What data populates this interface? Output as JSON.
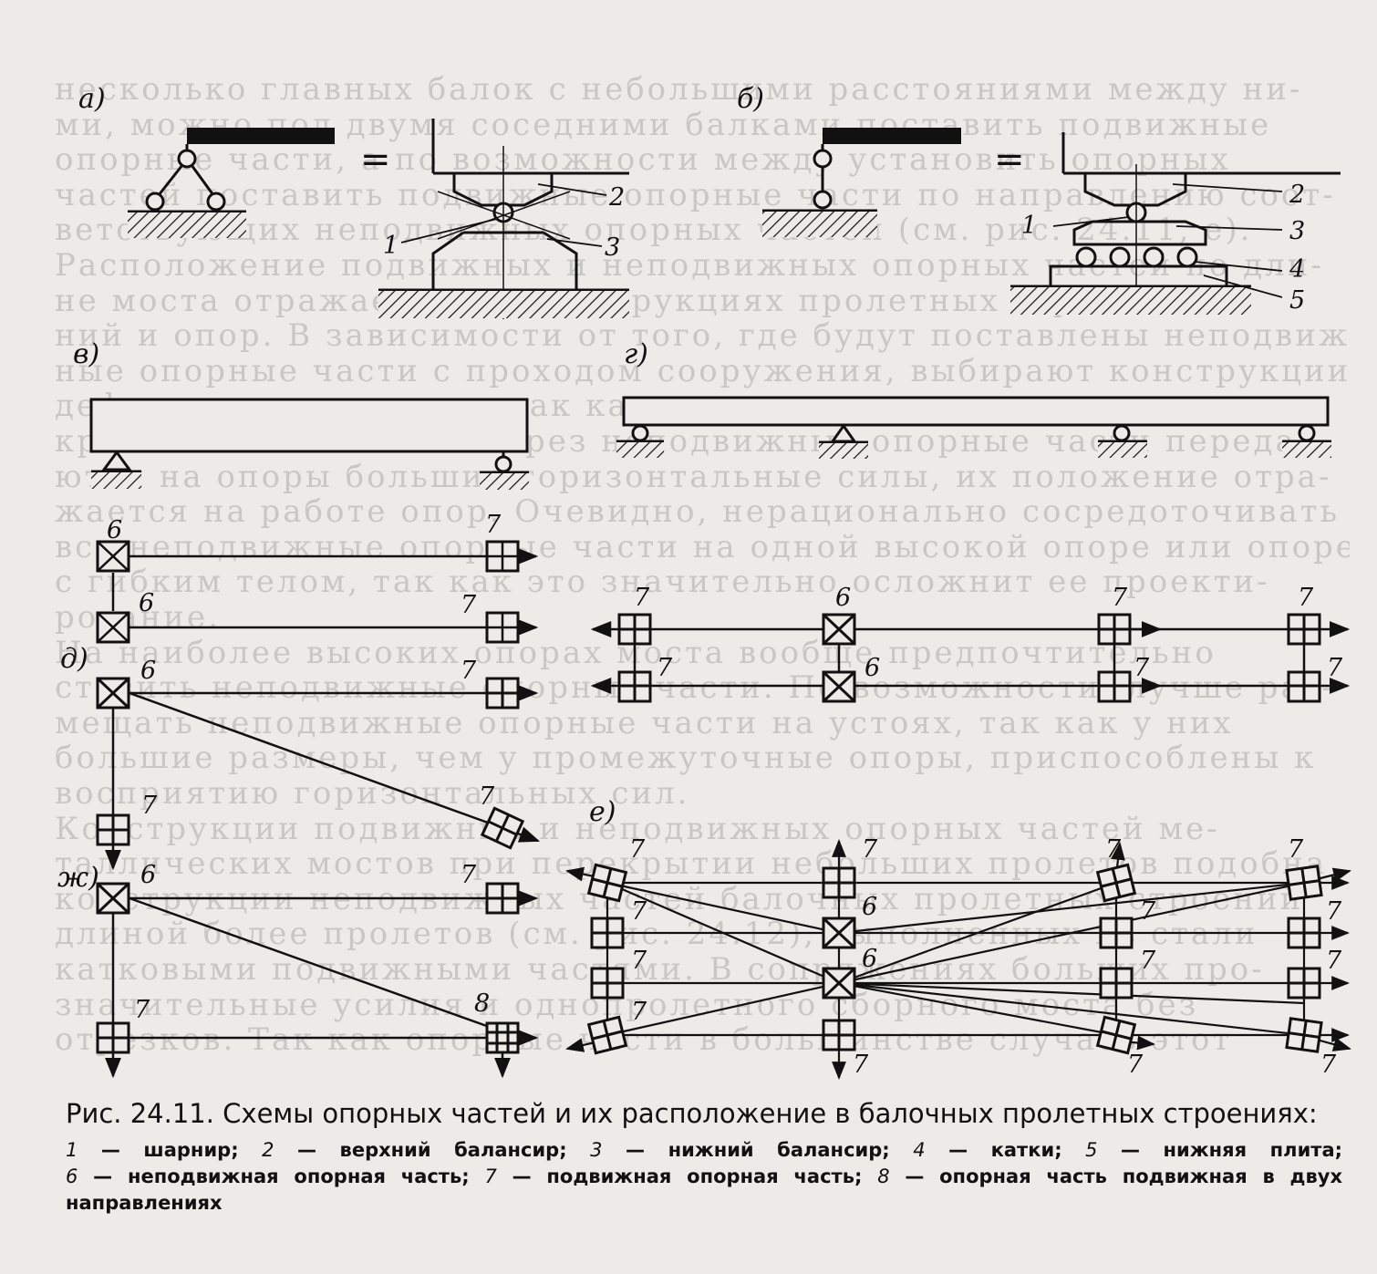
{
  "panels": {
    "a": "а)",
    "b": "б)",
    "v": "в)",
    "g": "г)",
    "d": "д)",
    "zh": "ж)",
    "e": "е)"
  },
  "equals_sign": "=",
  "component_labels": {
    "hinge": "1",
    "upper_balancer": "2",
    "lower_balancer": "3",
    "rollers": "4",
    "lower_plate": "5",
    "fixed_bearing": "6",
    "movable_bearing": "7",
    "two_direction_bearing": "8"
  },
  "caption": {
    "title": "Рис. 24.11. Схемы опорных частей и их расположение в балочных пролетных строениях:",
    "legend": [
      {
        "num": "1",
        "text": "— шарнир;"
      },
      {
        "num": "2",
        "text": "— верхний балансир;"
      },
      {
        "num": "3",
        "text": "— нижний балансир;"
      },
      {
        "num": "4",
        "text": "— катки;"
      },
      {
        "num": "5",
        "text": "— нижняя плита;"
      },
      {
        "num": "6",
        "text": "— неподвижная опорная часть;"
      },
      {
        "num": "7",
        "text": "— подвижная опорная часть;"
      },
      {
        "num": "8",
        "text": "— опорная часть подвижная в двух направлениях"
      }
    ]
  },
  "bleed_through_text": [
    "несколько главных балок с небольшими расстояниями между ни-",
    "ми, можно под двумя соседними балками поставить подвижные",
    "опорные части, а по возможности между установить опорных",
    "частей поставить подвижные опорные части по направлению соот-",
    "ветствующих неподвижных опорных частей (см. рис. 24.11, е).",
    "Расположение подвижных и неподвижных опорных частей по дли-",
    "не моста отражается на конструкциях пролетных стро-",
    "ний и опор. В зависимости от того, где будут поставлены неподвиж-",
    "ные опорные части с проходом сооружения, выбирают конструкции",
    "деформационных швов, так как их положение может размер пере-",
    "крытия швов. Так как через неподвижные опорные части переда-",
    "ются на опоры большие горизонтальные силы, их положение отра-",
    "жается на работе опор. Очевидно, нерационально сосредоточивать",
    "все неподвижные опорные части на одной высокой опоре или опоре",
    "с гибким телом, так как это значительно осложнит ее проекти-",
    "рование.",
    "На наиболее высоких опорах моста вообще предпочтительно",
    "ставить неподвижные опорные части. По возможности, лучше раз-",
    "мещать неподвижные опорные части на устоях, так как у них",
    "большие размеры, чем у промежуточные опоры, приспособлены к",
    "восприятию горизонтальных сил.",
    "Конструкции подвижных и неподвижных опорных частей ме-",
    "таллических мостов при перекрытии небольших пролетов подобна",
    "конструкции неподвижных частей балочных пролетных строений",
    "длиной более пролетов (см. рис. 24.12), выполненных из стали",
    "катковыми подвижными частями. В сопряжениях больших про-",
    "значительные усилия и однопролетного сборного моста без",
    "отрезков. Так как опорные части в большинстве случаев этот"
  ]
}
